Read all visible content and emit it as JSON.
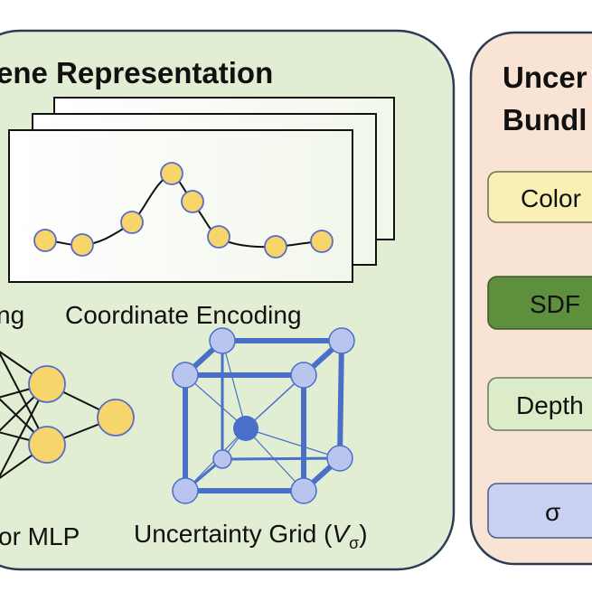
{
  "left_panel": {
    "title": "ene Representation",
    "labels": {
      "left_cut": "ng",
      "coordinate_encoding": "Coordinate Encoding",
      "mlp_cut": "or MLP",
      "uncertainty_grid": "Uncertainty Grid (",
      "v": "V",
      "sigma_sub": "σ",
      "close_paren": ")"
    }
  },
  "right_panel": {
    "title_line1": "Uncer",
    "title_line2": "Bundl",
    "boxes": [
      {
        "label": "Color",
        "fill": "#fbf0b4"
      },
      {
        "label": "SDF",
        "fill": "#5e8f3c"
      },
      {
        "label": "Depth",
        "fill": "#dcecc8"
      },
      {
        "label": "σ",
        "fill": "#c8d2f0"
      }
    ]
  },
  "colors": {
    "left_panel_bg": "#e2eed3",
    "right_panel_bg": "#f9e3d5",
    "node_yellow": "#f6d56a",
    "grid_blue": "#4a6fc8",
    "grid_node": "#b9c4ef"
  }
}
